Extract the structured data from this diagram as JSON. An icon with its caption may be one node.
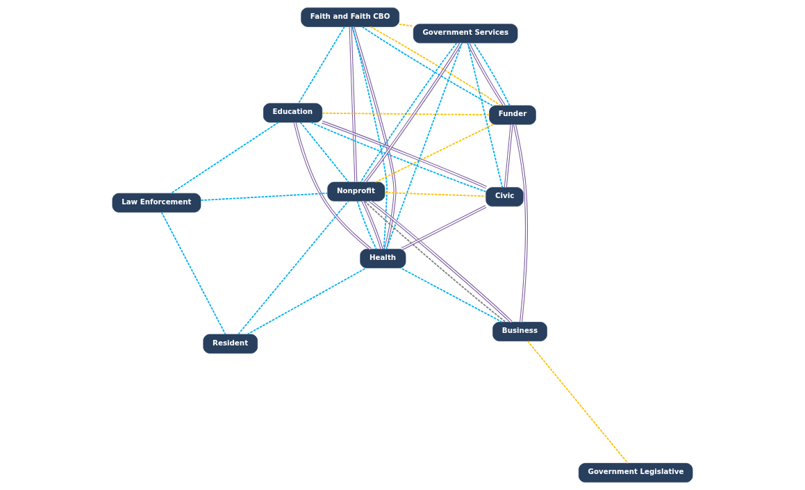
{
  "diagram": {
    "nodes": [
      {
        "text": [
          "Faith and Faith CBO"
        ]
      },
      {
        "text": [
          "Funder"
        ]
      },
      {
        "text": [
          "Education"
        ]
      },
      {
        "text": [
          "Law Enforcement"
        ]
      },
      {
        "text": [
          "Government Services"
        ]
      },
      {
        "text": [
          "Nonprofit"
        ]
      },
      {
        "text": [
          "Resident"
        ]
      },
      {
        "text": [
          "Business"
        ]
      },
      {
        "text": [
          "Health"
        ]
      },
      {
        "text": [
          "Government Legislative"
        ]
      },
      {
        "text": [
          "Civic"
        ]
      }
    ],
    "edges": [
      {
        "from": 0,
        "to": 4,
        "arrow": "none",
        "style": "dashed",
        "color": "#ffc000"
      },
      {
        "from": 0,
        "to": 1,
        "arrow": "none",
        "style": "dashed",
        "color": "#ffc000"
      },
      {
        "from": 1,
        "to": 2,
        "arrow": "none",
        "style": "dashed",
        "color": "#ffc000"
      },
      {
        "from": 1,
        "to": 5,
        "arrow": "none",
        "style": "dashed",
        "color": "#ffc000"
      },
      {
        "from": 5,
        "to": 10,
        "arrow": "none",
        "style": "dashed",
        "color": "#ffc000"
      },
      {
        "from": 7,
        "to": 9,
        "arrow": "none",
        "style": "dashed",
        "color": "#ffc000"
      },
      {
        "from": 0,
        "to": 5,
        "arrow": "none",
        "color": "#8064a2"
      },
      {
        "from": 0,
        "to": 8,
        "arrow": "none",
        "color": "#8064a2"
      },
      {
        "from": 2,
        "to": 8,
        "arrow": "none",
        "color": "#8064a2"
      },
      {
        "from": 1,
        "to": 4,
        "arrow": "none",
        "color": "#8064a2"
      },
      {
        "from": 4,
        "to": 5,
        "arrow": "none",
        "color": "#8064a2"
      },
      {
        "from": 1,
        "to": 7,
        "arrow": "none",
        "color": "#8064a2"
      },
      {
        "from": 1,
        "to": 10,
        "arrow": "none",
        "color": "#8064a2"
      },
      {
        "from": 5,
        "to": 7,
        "arrow": "none",
        "color": "#8064a2"
      },
      {
        "from": 5,
        "to": 8,
        "arrow": "none",
        "color": "#8064a2"
      },
      {
        "from": 2,
        "to": 10,
        "arrow": "none",
        "color": "#8064a2"
      },
      {
        "from": 10,
        "to": 8,
        "arrow": "none",
        "color": "#8064a2"
      },
      {
        "from": 0,
        "to": 1,
        "arrow": "none",
        "style": "dashed"
      },
      {
        "from": 0,
        "to": 2,
        "arrow": "none",
        "style": "dashed"
      },
      {
        "from": 0,
        "to": 8,
        "arrow": "none",
        "style": "dashed"
      },
      {
        "from": 1,
        "to": 4,
        "arrow": "none",
        "style": "dashed"
      },
      {
        "from": 4,
        "to": 5,
        "arrow": "none",
        "style": "dashed"
      },
      {
        "from": 4,
        "to": 8,
        "arrow": "none",
        "style": "dashed"
      },
      {
        "from": 4,
        "to": 10,
        "arrow": "none",
        "style": "dashed"
      },
      {
        "from": 2,
        "to": 5,
        "arrow": "none",
        "style": "dashed"
      },
      {
        "from": 2,
        "to": 3,
        "arrow": "none",
        "style": "dashed"
      },
      {
        "from": 3,
        "to": 5,
        "arrow": "none",
        "style": "dashed"
      },
      {
        "from": 3,
        "to": 6,
        "arrow": "none",
        "style": "dashed"
      },
      {
        "from": 6,
        "to": 5,
        "arrow": "none",
        "style": "dashed"
      },
      {
        "from": 6,
        "to": 8,
        "arrow": "none",
        "style": "dashed"
      },
      {
        "from": 5,
        "to": 8,
        "arrow": "none",
        "style": "dashed"
      },
      {
        "from": 7,
        "to": 8,
        "arrow": "none",
        "style": "dashed"
      },
      {
        "from": 2,
        "to": 10,
        "arrow": "none",
        "style": "dashed"
      },
      {
        "from": 5,
        "to": 7,
        "arrow": "none",
        "style": "dashed",
        "color": "#7f7f7f"
      }
    ]
  }
}
